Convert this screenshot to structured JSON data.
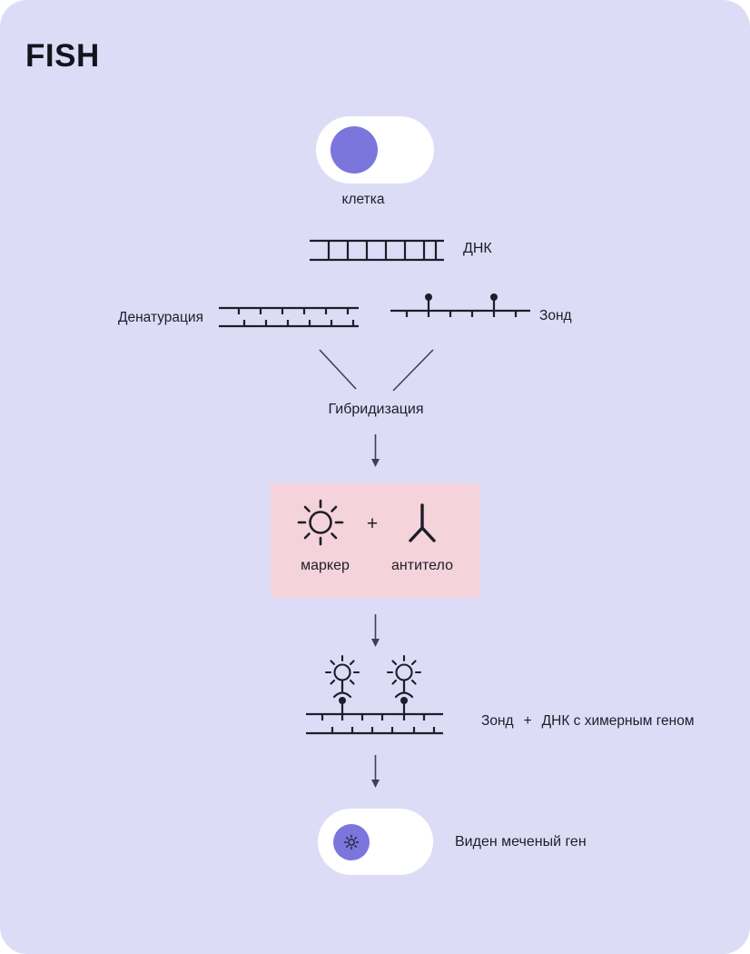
{
  "title": "FISH",
  "colors": {
    "background": "#dcdcf6",
    "outside": "#ffffff",
    "ink": "#1d1d2b",
    "arrow": "#3f3f55",
    "cell_fill": "#ffffff",
    "nucleus_purple": "#7b76dc",
    "marker_box_pink": "#f5d3da"
  },
  "diagram": {
    "cell": {
      "label": "клетка"
    },
    "dna": {
      "label": "ДНК"
    },
    "denaturation": {
      "label": "Денатурация"
    },
    "probe": {
      "label": "Зонд"
    },
    "hybridization": {
      "label": "Гибридизация"
    },
    "marker_box": {
      "marker_label": "маркер",
      "plus": "+",
      "antibody_label": "антитело"
    },
    "hybridized": {
      "probe_label": "Зонд",
      "plus": "+",
      "dna_label": "ДНК с химерным геном"
    },
    "result": {
      "label": "Виден меченый ген"
    }
  }
}
